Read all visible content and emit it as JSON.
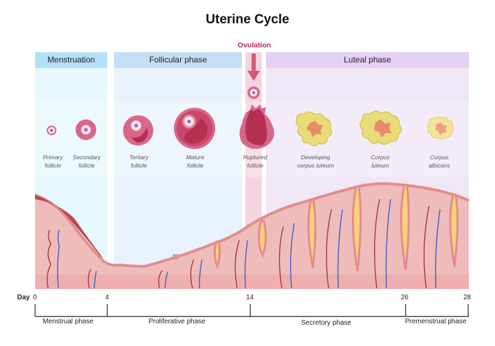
{
  "title": "Uterine Cycle",
  "ovulation_label": "Ovulation",
  "ovarian_phases": [
    {
      "label": "Menstruation",
      "color": "#b3e0f5",
      "bg": "#e6f7fd"
    },
    {
      "label": "Follicular phase",
      "color": "#c5def5",
      "bg": "#e7f2fc"
    },
    {
      "label": "Luteal phase",
      "color": "#e4d0f2",
      "bg": "#efe6f6"
    }
  ],
  "ovulation_color": "#f3d4e0",
  "follicles": [
    {
      "line1": "Primary",
      "line2": "follicle"
    },
    {
      "line1": "Secondary",
      "line2": "follicle"
    },
    {
      "line1": "Tertiary",
      "line2": "follicle"
    },
    {
      "line1": "Mature",
      "line2": "follicle"
    },
    {
      "line1": "Ruptured",
      "line2": "follicle"
    },
    {
      "line1": "Developing",
      "line2": "corpus luteum"
    },
    {
      "line1": "Corpus",
      "line2": "luteum"
    },
    {
      "line1": "Corpus",
      "line2": "albicans"
    }
  ],
  "timeline": {
    "day_label": "Day",
    "ticks": [
      "0",
      "4",
      "14",
      "26",
      "28"
    ],
    "phases": [
      "Menstrual phase",
      "Proliferative phase",
      "Secretory phase",
      "Premenstrual phase"
    ]
  }
}
